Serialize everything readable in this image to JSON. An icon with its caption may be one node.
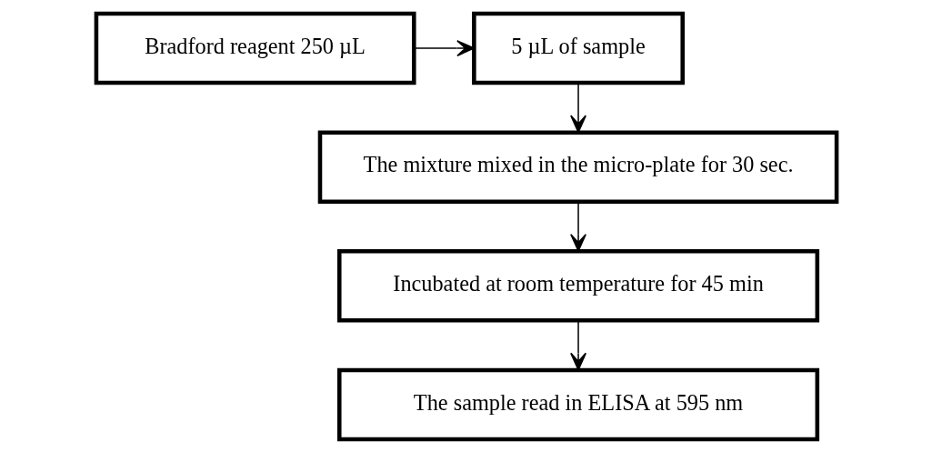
{
  "diagram": {
    "nodes": [
      {
        "text": [
          "Bradford reagent 250 µL"
        ]
      },
      {
        "text": [
          "5 µL of sample"
        ]
      },
      {
        "text": [
          "The mixture mixed in the micro-plate for 30 sec."
        ]
      },
      {
        "text": [
          "Incubated at room temperature for 45 min"
        ]
      },
      {
        "text": [
          "The sample read in ELISA at 595 nm"
        ]
      }
    ],
    "edges": [
      {
        "from": 0,
        "to": 1,
        "arrow": "to"
      },
      {
        "from": 1,
        "to": 2,
        "arrow": "to"
      },
      {
        "from": 2,
        "to": 3,
        "arrow": "to"
      },
      {
        "from": 3,
        "to": 4,
        "arrow": "to"
      }
    ]
  }
}
